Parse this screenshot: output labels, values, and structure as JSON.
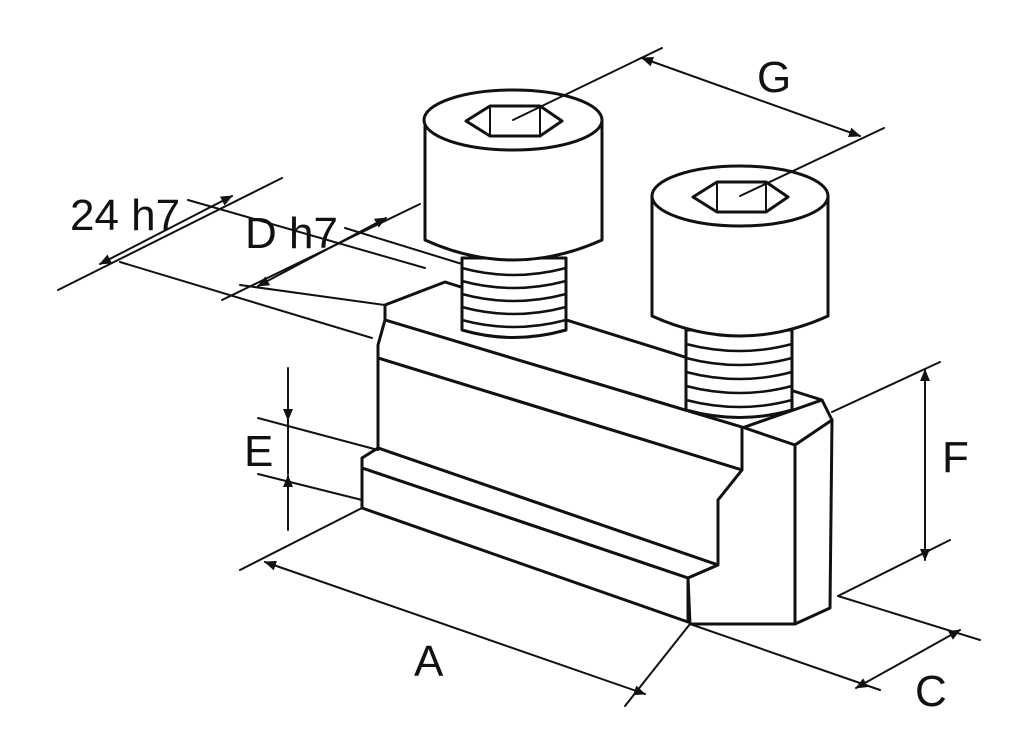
{
  "labels": {
    "width_tol": "24 h7",
    "d_tol": "D h7",
    "g": "G",
    "e": "E",
    "f": "F",
    "a": "A",
    "c": "C"
  }
}
